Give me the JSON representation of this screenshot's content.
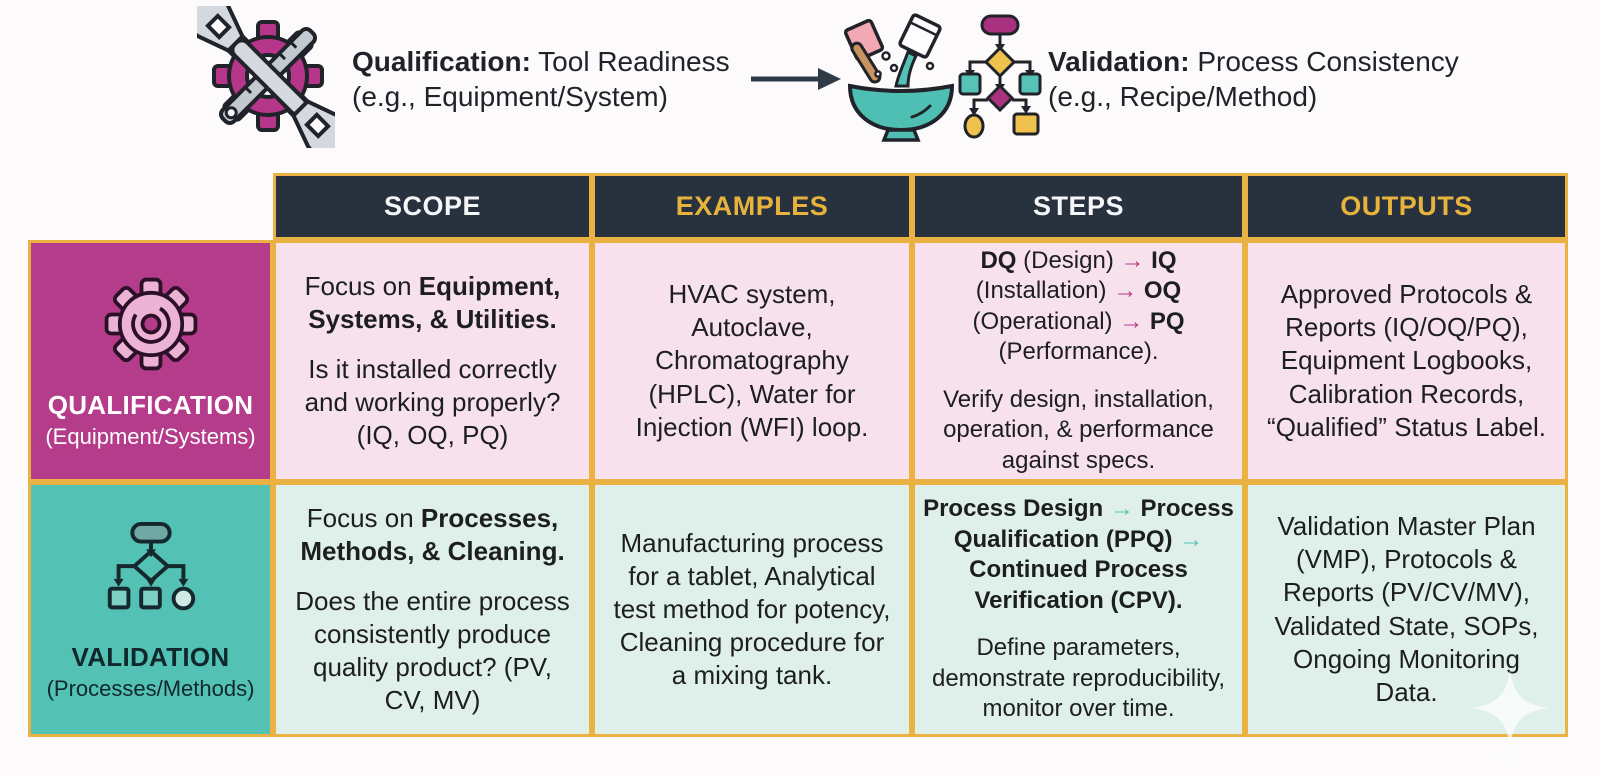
{
  "colors": {
    "page_bg": "#FCFAFA",
    "gold": "#EAB243",
    "header_bg": "#28323F",
    "header_text_white": "#F4F6F8",
    "header_text_gold": "#E8B33C",
    "magenta": "#B43C8A",
    "pink_cell": "#F7E1ED",
    "teal": "#54C1B5",
    "mint_cell": "#DFF0EA",
    "text_dark": "#1D1E20",
    "arrow_dark": "#2E3B47",
    "arrow_magenta": "#B5368A",
    "arrow_teal": "#57BFB4"
  },
  "header": {
    "qualification": {
      "icon": "tools-icon",
      "lines": [
        [
          {
            "t": "Qualification:",
            "b": true
          },
          {
            "t": " Tool Readiness"
          }
        ],
        [
          {
            "t": "(e.g., Equipment/System)"
          }
        ]
      ]
    },
    "validation": {
      "icons": [
        "mixing-bowl-icon",
        "flowchart-mini-icon"
      ],
      "lines": [
        [
          {
            "t": "Validation:",
            "b": true
          },
          {
            "t": " Process Consistency"
          }
        ],
        [
          {
            "t": "(e.g., Recipe/Method)"
          }
        ]
      ]
    }
  },
  "table": {
    "columns": [
      {
        "label": "SCOPE",
        "style": "white"
      },
      {
        "label": "EXAMPLES",
        "style": "gold"
      },
      {
        "label": "STEPS",
        "style": "white"
      },
      {
        "label": "OUTPUTS",
        "style": "gold"
      }
    ],
    "rows": [
      {
        "id": "qualification",
        "icon": "gear-icon",
        "label": "QUALIFICATION",
        "sublabel": "(Equipment/Systems)",
        "cells": {
          "scope": [
            [
              {
                "t": "Focus on "
              },
              {
                "t": "Equipment, Systems, & Utilities.",
                "b": true
              }
            ],
            [
              {
                "t": "Is it installed correctly and working properly? (IQ, OQ, PQ)"
              }
            ]
          ],
          "examples": [
            [
              {
                "t": "HVAC system, Autoclave, Chromatography (HPLC), Water for Injection (WFI) loop."
              }
            ]
          ],
          "steps": [
            [
              {
                "t": "DQ",
                "b": true
              },
              {
                "t": " (Design) "
              },
              {
                "t": "→",
                "b": true,
                "c": "arrow_magenta"
              },
              {
                "t": " "
              },
              {
                "t": "IQ",
                "b": true
              },
              {
                "t": " (Installation) "
              },
              {
                "t": "→",
                "b": true,
                "c": "arrow_magenta"
              },
              {
                "t": " "
              },
              {
                "t": "OQ",
                "b": true
              },
              {
                "t": " (Operational) "
              },
              {
                "t": "→",
                "b": true,
                "c": "arrow_magenta"
              },
              {
                "t": " "
              },
              {
                "t": "PQ",
                "b": true
              },
              {
                "t": " (Performance)."
              }
            ],
            [
              {
                "t": "Verify design, installation, operation, & performance against specs."
              }
            ]
          ],
          "outputs": [
            [
              {
                "t": "Approved Protocols & Reports (IQ/OQ/PQ), Equipment Logbooks, Calibration Records, “Qualified” Status Label."
              }
            ]
          ]
        }
      },
      {
        "id": "validation",
        "icon": "flowchart-icon",
        "label": "VALIDATION",
        "sublabel": "(Processes/Methods)",
        "cells": {
          "scope": [
            [
              {
                "t": "Focus on "
              },
              {
                "t": "Processes, Methods, & Cleaning.",
                "b": true
              }
            ],
            [
              {
                "t": "Does the entire process consistently produce quality product? (PV, CV, MV)"
              }
            ]
          ],
          "examples": [
            [
              {
                "t": "Manufacturing process for a tablet, Analytical test method for potency, Cleaning procedure for a mixing tank."
              }
            ]
          ],
          "steps": [
            [
              {
                "t": "Process Design ",
                "b": true
              },
              {
                "t": "→",
                "b": true,
                "c": "arrow_teal"
              },
              {
                "t": " Process Qualification (PPQ) ",
                "b": true
              },
              {
                "t": "→",
                "b": true,
                "c": "arrow_teal"
              },
              {
                "t": " Continued Process Verification (CPV).",
                "b": true
              }
            ],
            [
              {
                "t": "Define parameters, demonstrate reproducibility, monitor over time."
              }
            ]
          ],
          "outputs": [
            [
              {
                "t": "Validation Master Plan (VMP), Protocols & Reports (PV/CV/MV), Validated State, SOPs, Ongoing Monitoring Data."
              }
            ]
          ]
        }
      }
    ]
  }
}
